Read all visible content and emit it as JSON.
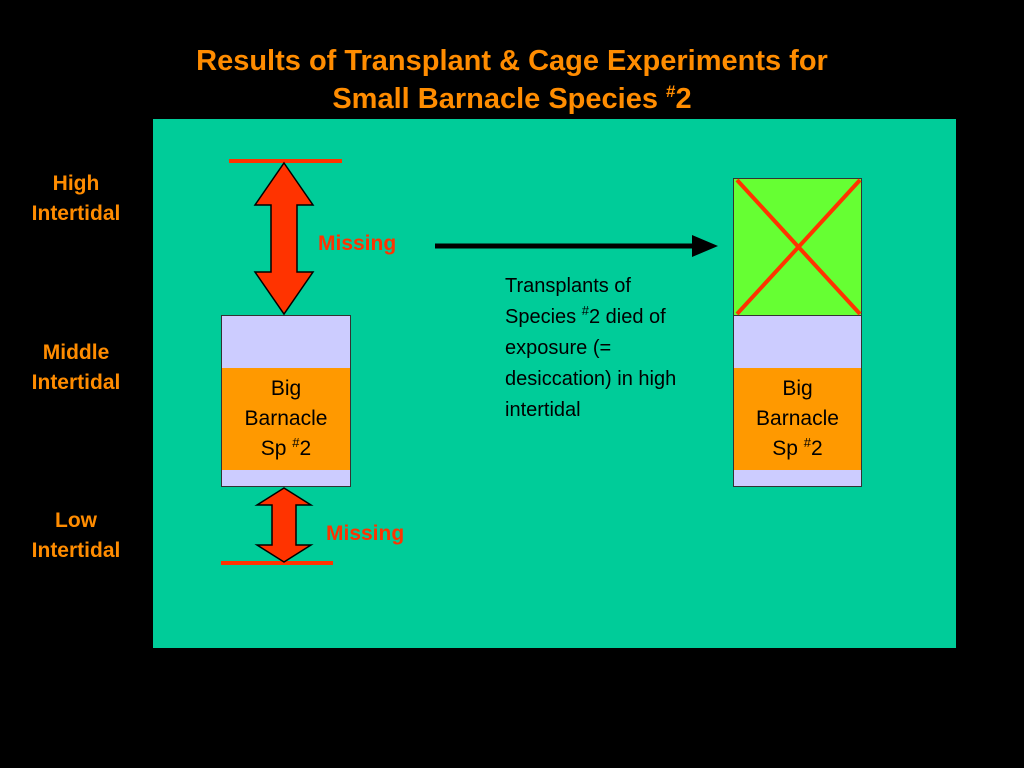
{
  "title": {
    "line1": "Results of Transplant & Cage Experiments for",
    "line2_main": "Small Barnacle Species ",
    "line2_sup": "#",
    "line2_num": "2"
  },
  "zones": {
    "high": "High Intertidal",
    "middle": "Middle Intertidal",
    "low": "Low Intertidal"
  },
  "left_column": {
    "species_line1": "Big",
    "species_line2": "Barnacle",
    "species_line3_main": "Sp ",
    "species_line3_sup": "#",
    "species_line3_num": "2",
    "missing_upper": "Missing",
    "missing_lower": "Missing"
  },
  "right_column": {
    "species_line1": "Big",
    "species_line2": "Barnacle",
    "species_line3_main": "Sp ",
    "species_line3_sup": "#",
    "species_line3_num": "2"
  },
  "note": {
    "part1": "Transplants of Species ",
    "sup": "#",
    "part2": "2 died of exposure (= desiccation) in high intertidal"
  },
  "colors": {
    "background": "#000000",
    "title": "#ff8c00",
    "panel": "#00cc99",
    "zone_box": "#ccccff",
    "species_band": "#ff9900",
    "high_box": "#66ff33",
    "missing_arrow": "#ff3300",
    "transplant_arrow": "#000000"
  },
  "icons": {
    "double_arrow": "double-headed-arrow-icon",
    "cross": "x-mark-icon",
    "transplant": "right-arrow-icon"
  }
}
